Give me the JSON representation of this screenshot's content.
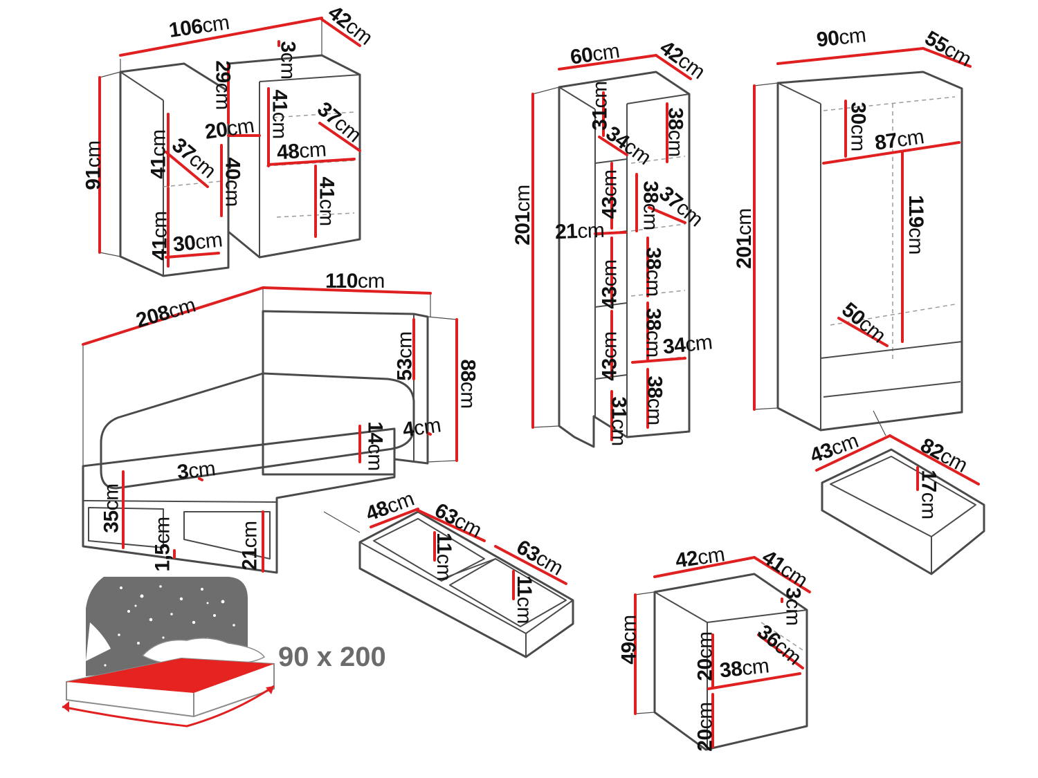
{
  "colors": {
    "outline": "#4a4a4a",
    "measure": "#e02020",
    "dashed": "#9a9a9a",
    "mattress": "#e52320",
    "headboard": "#6e6e6e",
    "label": "#6b6b6b"
  },
  "icons": {
    "stars": "star-icon",
    "pillow": "pillow-icon"
  },
  "mattress_size": "90 x 200",
  "unit": "cm",
  "dimensions": {
    "shelf": {
      "width": "106",
      "depth": "42",
      "height": "91",
      "top_shelf": "3",
      "upper_mid": "29",
      "gap_20": "20",
      "left_41_upper": "41",
      "diag_37_left": "37",
      "mid_40": "40",
      "left_41_lower": "41",
      "base_30": "30",
      "right_41_upper": "41",
      "diag_37_right": "37",
      "inner_48": "48",
      "right_41_lower": "41"
    },
    "tall_shelf": {
      "width": "60",
      "depth": "42",
      "height": "201",
      "top_31": "31",
      "diag_34": "34",
      "c43_a": "43",
      "c21": "21",
      "c43_b": "43",
      "c43_c": "43",
      "c31_bottom": "31",
      "r38_a": "38",
      "r38_b": "38",
      "diag_37": "37",
      "r38_c": "38",
      "r38_d": "38",
      "w34": "34",
      "r38_e": "38"
    },
    "wardrobe": {
      "width": "90",
      "depth": "55",
      "height": "201",
      "top_30": "30",
      "inner_87": "87",
      "rod_119": "119",
      "diag_50": "50"
    },
    "wardrobe_drawer": {
      "depth": "43",
      "width": "82",
      "height": "17"
    },
    "bed": {
      "length": "208",
      "width": "110",
      "headboard_53": "53",
      "height_88": "88",
      "thick_4": "4",
      "rail_14": "14",
      "gap_3": "3",
      "leg_35": "35",
      "clear_1_5": "1,5",
      "side_21": "21"
    },
    "bed_drawers": {
      "depth": "48",
      "left_width": "63",
      "left_height": "11",
      "right_width": "63",
      "right_height": "11"
    },
    "nightstand": {
      "width": "42",
      "depth": "41",
      "height": "49",
      "top_3": "3",
      "diag_36": "36",
      "inner_38": "38",
      "upper_20": "20",
      "lower_20": "20"
    }
  }
}
